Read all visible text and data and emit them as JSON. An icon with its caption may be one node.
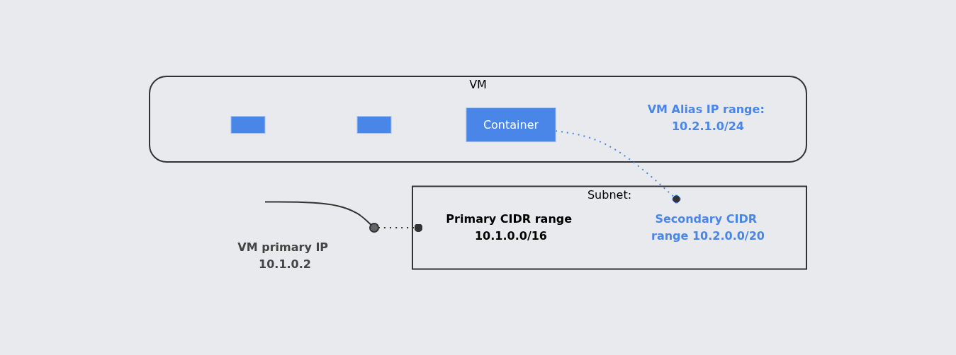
{
  "diagram": {
    "nodes": [
      {
        "text": [
          "Subnet:"
        ]
      },
      {
        "text": [
          "Primary CIDR range 10.1.0.0/16"
        ],
        "in": 0
      },
      {
        "text": [
          "Secondary CIDR range 10.2.0.0/20"
        ],
        "in": 0
      },
      {
        "text": [
          "VM"
        ]
      },
      {
        "text": [],
        "shape": "box",
        "in": 3
      },
      {
        "text": [],
        "shape": "box",
        "in": 3
      },
      {
        "text": [
          "Container"
        ],
        "in": 3
      },
      {
        "text": [
          "VM Alias IP range: 10.2.1.0/24"
        ],
        "in": 3
      },
      {
        "text": [],
        "shape": "circle",
        "beside": [
          "VM primary IP 10.1.0.2"
        ]
      }
    ],
    "edges": [
      {
        "from": null,
        "to": 8,
        "arrow": "none"
      },
      {
        "from": 8,
        "to": 1,
        "arrow": "other",
        "style": "dashed"
      },
      {
        "from": 6,
        "to": 2,
        "arrow": "other",
        "style": "dashed",
        "color": "#4a86e8"
      }
    ]
  }
}
